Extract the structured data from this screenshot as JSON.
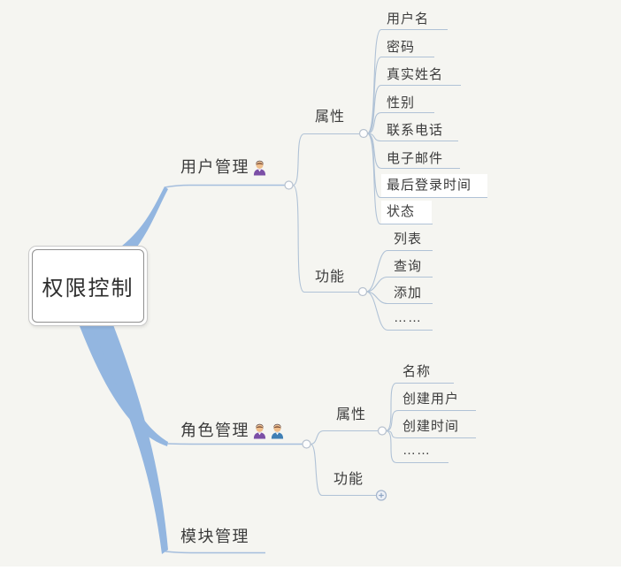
{
  "colors": {
    "background": "#f5f5f1",
    "branch": "#93b6e0",
    "line": "#b0c2d6",
    "mainline": "#a5bedd",
    "text": "#3b3b3b",
    "root_border_outer": "#c9c9c9",
    "root_border_inner": "#8f8f8f",
    "person_purple": "#7b4fa6",
    "person_blue": "#3f7fb5"
  },
  "root": {
    "label": "权限控制"
  },
  "branches": {
    "user": {
      "label": "用户管理",
      "icons": [
        "person-purple-icon"
      ],
      "attrs": {
        "label": "属性",
        "items": [
          "用户名",
          "密码",
          "真实姓名",
          "性别",
          "联系电话",
          "电子邮件",
          "最后登录时间",
          "状态"
        ]
      },
      "funcs": {
        "label": "功能",
        "items": [
          "列表",
          "查询",
          "添加",
          "……"
        ]
      }
    },
    "role": {
      "label": "角色管理",
      "icons": [
        "person-purple-icon",
        "person-blue-icon"
      ],
      "attrs": {
        "label": "属性",
        "items": [
          "名称",
          "创建用户",
          "创建时间",
          "……"
        ]
      },
      "funcs": {
        "label": "功能",
        "collapsed": true,
        "expand_symbol": "+"
      }
    },
    "module": {
      "label": "模块管理"
    }
  }
}
